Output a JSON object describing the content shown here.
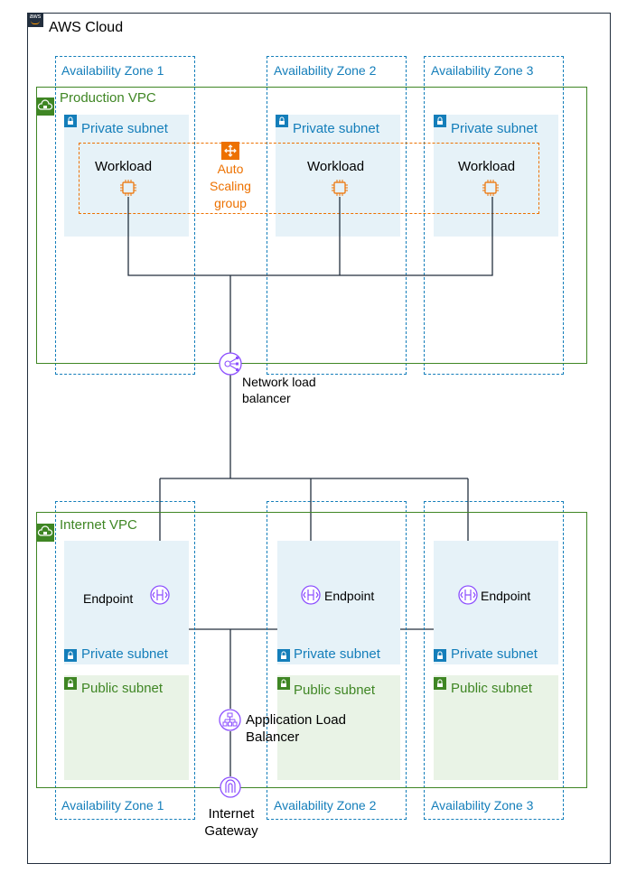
{
  "cloud": {
    "title": "AWS Cloud",
    "logo_text": "aws"
  },
  "availability_zones": [
    {
      "label": "Availability Zone 1"
    },
    {
      "label": "Availability Zone 2"
    },
    {
      "label": "Availability Zone 3"
    }
  ],
  "production_vpc": {
    "label": "Production VPC",
    "private_subnet_label": "Private subnet",
    "workload_label": "Workload",
    "auto_scaling_group_label": "Auto Scaling group"
  },
  "network_load_balancer": {
    "label": "Network load balancer"
  },
  "internet_vpc": {
    "label": "Internet VPC",
    "endpoint_label": "Endpoint",
    "private_subnet_label": "Private subnet",
    "public_subnet_label": "Public subnet"
  },
  "application_load_balancer": {
    "label": "Application Load Balancer"
  },
  "internet_gateway": {
    "label": "Internet Gateway"
  },
  "colors": {
    "az_border": "#147eba",
    "vpc_border": "#3f8624",
    "asg": "#ed7100",
    "service_icon": "#8c4fff",
    "line": "#232f3e"
  },
  "icons": {
    "vpc": "cloud-lock-icon",
    "subnet": "padlock-icon",
    "asg": "auto-scaling-icon",
    "workload": "instance-chip-icon",
    "nlb": "network-load-balancer-icon",
    "endpoint": "vpc-endpoint-icon",
    "alb": "application-load-balancer-icon",
    "igw": "internet-gateway-icon"
  }
}
